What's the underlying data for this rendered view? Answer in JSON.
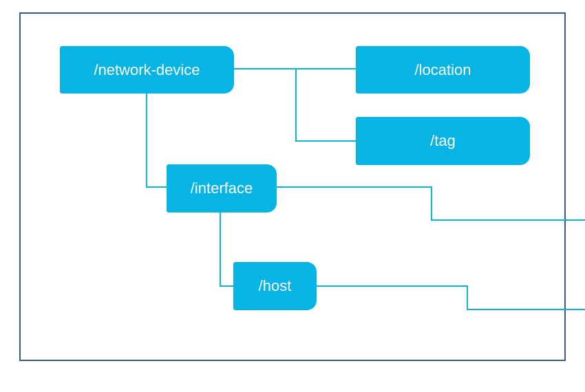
{
  "nodes": {
    "network_device": "/network-device",
    "location": "/location",
    "tag": "/tag",
    "interface": "/interface",
    "host": "/host"
  },
  "colors": {
    "node_fill": "#08b4e4",
    "connector": "#08b4e4",
    "frame": "#3b5a8a",
    "text": "#ffffff"
  }
}
